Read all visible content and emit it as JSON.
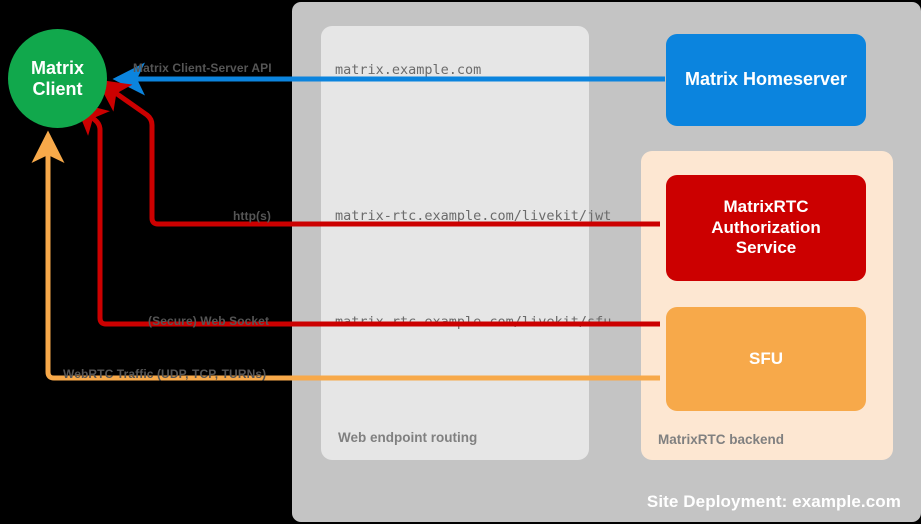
{
  "site": {
    "title": "Site Deployment: example.com",
    "color": "#c4c4c4"
  },
  "routing": {
    "title": "Web endpoint routing",
    "color": "#e6e6e6",
    "endpoints": [
      "matrix.example.com",
      "matrix-rtc.example.com/livekit/jwt",
      "matrix-rtc.example.com/livekit/sfu"
    ]
  },
  "backend": {
    "title": "MatrixRTC backend",
    "color": "#fde7d2"
  },
  "client": {
    "line1": "Matrix",
    "line2": "Client",
    "color": "#11a84c"
  },
  "nodes": {
    "homeserver": {
      "label": "Matrix Homeserver",
      "color": "#0b84de"
    },
    "authorization": {
      "label": "MatrixRTC\nAuthorization\nService",
      "line1": "MatrixRTC",
      "line2": "Authorization",
      "line3": "Service",
      "color": "#cc0000"
    },
    "sfu": {
      "label": "SFU",
      "color": "#f7a94a"
    }
  },
  "connections": [
    {
      "name": "matrix-client-server-api",
      "label": "Matrix Client-Server API",
      "color": "#0b84de"
    },
    {
      "name": "https",
      "label": "http(s)",
      "color": "#cc0000"
    },
    {
      "name": "secure-web-socket",
      "label": "(Secure) Web Socket",
      "color": "#cc0000"
    },
    {
      "name": "webrtc-traffic",
      "label": "WebRTC Traffic (UDP, TCP, TURNs)",
      "color": "#f7a94a"
    }
  ],
  "background": "#000000"
}
